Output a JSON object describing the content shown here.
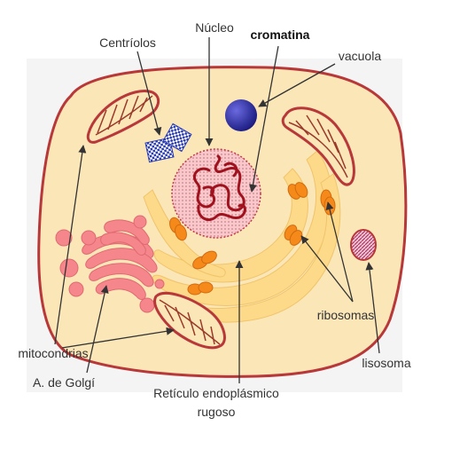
{
  "labels": {
    "nucleo": "Núcleo",
    "centriolos": "Centríolos",
    "cromatina": "cromatina",
    "vacuola": "vacuola",
    "ribosomas": "ribosomas",
    "lisosoma": "lisosoma",
    "mitocondrias": "mitocondrias",
    "golgi": "A. de Golgí",
    "reticulo_line1": "Retículo endoplásmico",
    "reticulo_line2": "rugoso"
  },
  "colors": {
    "cytoplasm": "#fbe6b8",
    "membrane": "#b8383a",
    "nucleus": "#f2b2b8",
    "chromatin": "#a0121e",
    "reticulum": "#fdd98a",
    "ribosome": "#f58a1a",
    "golgi": "#f4868c",
    "vacuole": "#2e2ea8",
    "centriole": "#3446b8",
    "mitochondrion": "#9a3a2a"
  }
}
